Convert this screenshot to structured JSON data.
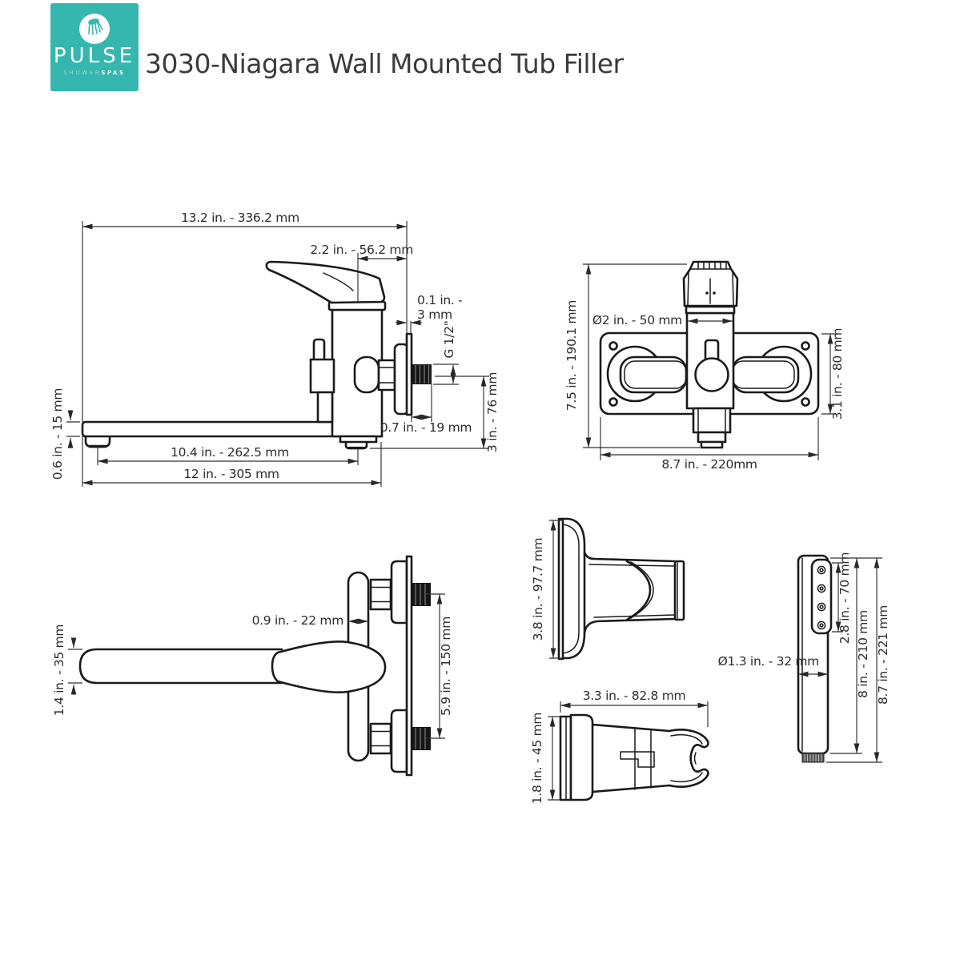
{
  "header": {
    "logo": {
      "brand": "PULSE",
      "sub_light": "SHOWER",
      "sub_bold": "SPAS",
      "bg_color": "#35b6ae",
      "icon": "shower-spray-icon"
    },
    "title": "3030-Niagara Wall Mounted Tub Filler"
  },
  "drawing": {
    "line_color": "#1a1a1a",
    "text_color": "#2d2d2d",
    "views": {
      "side": {
        "dims": {
          "overall_length": "13.2 in. - 336.2 mm",
          "handle_to_wall": "2.2 in. - 56.2 mm",
          "plate_thickness_line1": "0.1 in. -",
          "plate_thickness_line2": "3 mm",
          "thread_size": "G 1/2\"",
          "nipple_length": "0.7 in. - 19 mm",
          "outlet_drop": "3 in. - 76 mm",
          "spout_height": "0.6 in. - 15 mm",
          "spout_reach": "10.4 in. - 262.5 mm",
          "spout_length": "12 in. - 305 mm"
        }
      },
      "front": {
        "dims": {
          "body_diameter": "Ø2 in. - 50 mm",
          "overall_height": "7.5 in. - 190.1 mm",
          "plate_height": "3.1 in. - 80 mm",
          "overall_width": "8.7 in. - 220mm"
        }
      },
      "top": {
        "dims": {
          "body_depth": "0.9 in. - 22 mm",
          "spout_width": "1.4 in. - 35 mm",
          "inlet_spacing": "5.9 in. - 150 mm"
        }
      },
      "bracket_side": {
        "dims": {
          "height": "3.8 in. - 97.7 mm"
        }
      },
      "bracket_top": {
        "dims": {
          "length": "3.3 in. - 82.8 mm",
          "depth": "1.8 in. - 45 mm"
        }
      },
      "hand_shower": {
        "dims": {
          "spray_face_length": "2.8 in. - 70 mm",
          "diameter": "Ø1.3 in. - 32 mm",
          "body_length": "8 in. - 210 mm",
          "overall_length": "8.7 in. - 221 mm"
        }
      }
    }
  }
}
